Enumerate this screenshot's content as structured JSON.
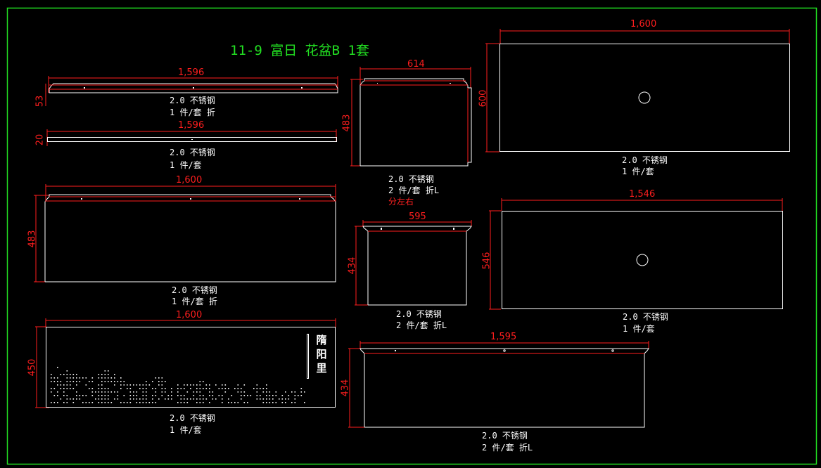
{
  "title": "11-9 富日 花盆B 1套",
  "frame_color": "#22e022",
  "dim_color": "#ff1e1e",
  "line_color": "#ffffff",
  "parts": [
    {
      "id": "p1",
      "width_dim": "1,596",
      "height_dim": "53",
      "material": "2.0 不锈钢",
      "qty": "1 件/套 折"
    },
    {
      "id": "p2",
      "width_dim": "1,596",
      "height_dim": "20",
      "material": "2.0 不锈钢",
      "qty": "1 件/套"
    },
    {
      "id": "p3",
      "width_dim": "1,600",
      "height_dim": "483",
      "material": "2.0 不锈钢",
      "qty": "1 件/套 折"
    },
    {
      "id": "p4",
      "width_dim": "1,600",
      "height_dim": "450",
      "material": "2.0 不锈钢",
      "qty": "1 件/套",
      "engraving": "隋阳里"
    },
    {
      "id": "p5",
      "width_dim": "614",
      "height_dim": "483",
      "material": "2.0 不锈钢",
      "qty": "2 件/套 折L",
      "note": "分左右"
    },
    {
      "id": "p6",
      "width_dim": "595",
      "height_dim": "434",
      "material": "2.0 不锈钢",
      "qty": "2 件/套 折L"
    },
    {
      "id": "p7",
      "width_dim": "1,595",
      "height_dim": "434",
      "material": "2.0 不锈钢",
      "qty": "2 件/套 折L"
    },
    {
      "id": "p8",
      "width_dim": "1,600",
      "height_dim": "600",
      "material": "2.0 不锈钢",
      "qty": "1 件/套"
    },
    {
      "id": "p9",
      "width_dim": "1,546",
      "height_dim": "546",
      "material": "2.0 不锈钢",
      "qty": "1 件/套"
    }
  ]
}
